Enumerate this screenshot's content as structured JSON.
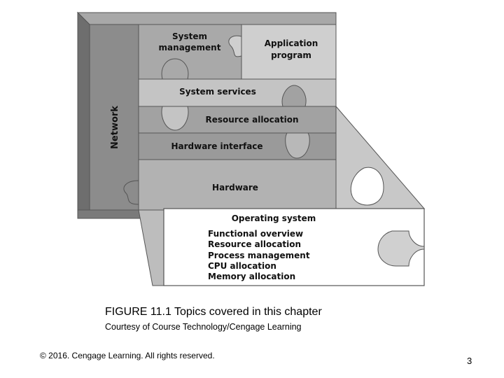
{
  "figure": {
    "network": "Network",
    "system_management": [
      "System",
      "management"
    ],
    "application_program": [
      "Application",
      "program"
    ],
    "system_services": "System services",
    "resource_allocation": "Resource allocation",
    "hardware_interface": "Hardware interface",
    "hardware": "Hardware",
    "operating_system": {
      "title": "Operating system",
      "items": [
        "Functional overview",
        "Resource allocation",
        "Process management",
        "CPU allocation",
        "Memory allocation"
      ]
    }
  },
  "caption": "FIGURE 11.1 Topics covered in this chapter",
  "credit": "Courtesy of Course Technology/Cengage Learning",
  "copyright": "© 2016. Cengage Learning. All rights reserved.",
  "page_number": "3",
  "colors": {
    "frame": "#7a7a7a",
    "frame_top": "#a8a8a8",
    "network": "#8c8c8c",
    "system_management": "#a9a9a9",
    "application_program": "#cfcfcf",
    "system_services": "#c4c4c4",
    "resource_allocation": "#a2a2a2",
    "hardware_interface": "#9a9a9a",
    "hardware": "#b2b2b2",
    "projection": "#c8c8c8",
    "os_box": "#ffffff"
  }
}
